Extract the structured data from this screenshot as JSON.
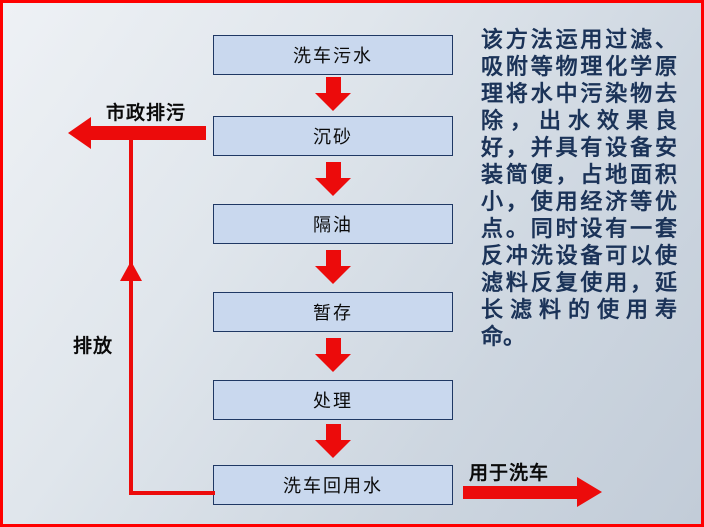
{
  "flow": {
    "boxes": [
      {
        "label": "洗车污水"
      },
      {
        "label": "沉砂"
      },
      {
        "label": "隔油"
      },
      {
        "label": "暂存"
      },
      {
        "label": "处理"
      },
      {
        "label": "洗车回用水"
      }
    ]
  },
  "labels": {
    "municipal_discharge": "市政排污",
    "discharge": "排放",
    "reuse": "用于洗车"
  },
  "description": "该方法运用过滤、吸附等物理化学原理将水中污染物去除，出水效果良好，并具有设备安装简便，占地面积小，使用经济等优点。同时设有一套反冲洗设备可以使滤料反复使用，延长滤料的使用寿命。",
  "colors": {
    "arrow": "#ec0b0b",
    "border": "#ff0000",
    "box_fill": "#c9d8ee",
    "box_border": "#1f3864",
    "description_text": "#1b3358"
  }
}
